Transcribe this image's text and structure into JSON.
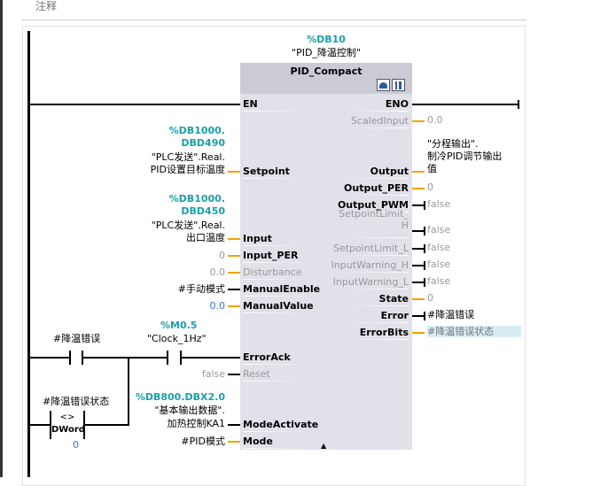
{
  "comment_label": "注释",
  "block": {
    "instance_address": "%DB10",
    "instance_name": "\"PID_降温控制\"",
    "type": "PID_Compact",
    "icons": [
      "commissioning-icon",
      "configuration-icon"
    ],
    "expand_icon": "▲"
  },
  "colors": {
    "value_wire": "#f5a000",
    "bool_wire": "#000000",
    "operand_address": "#1a9fa8",
    "constant_blue": "#3a6ee0"
  },
  "inputs": [
    {
      "pin": "EN",
      "wire": "bool",
      "muted": false,
      "operand": []
    },
    {
      "pin": "Setpoint",
      "wire": "value",
      "muted": false,
      "operand": [
        "%DB1000.",
        "DBD490",
        "\"PLC发送\".Real.",
        "PID设置目标温度"
      ],
      "address_lines": 2
    },
    {
      "pin": "Input",
      "wire": "value",
      "muted": false,
      "operand": [
        "%DB1000.",
        "DBD450",
        "\"PLC发送\".Real.",
        "出口温度"
      ],
      "address_lines": 2
    },
    {
      "pin": "Input_PER",
      "wire": "value",
      "muted": false,
      "operand": [
        "0"
      ],
      "operand_style": "muted"
    },
    {
      "pin": "Disturbance",
      "wire": "value",
      "muted": true,
      "operand": [
        "0.0"
      ],
      "operand_style": "muted"
    },
    {
      "pin": "ManualEnable",
      "wire": "bool",
      "muted": false,
      "operand": [
        "#手动模式"
      ]
    },
    {
      "pin": "ManualValue",
      "wire": "value",
      "muted": false,
      "operand": [
        "0.0"
      ],
      "operand_style": "blue"
    },
    {
      "pin": "ErrorAck",
      "wire": "bool",
      "muted": false,
      "operand": []
    },
    {
      "pin": "Reset",
      "wire": "bool",
      "muted": true,
      "operand": [
        "false"
      ],
      "operand_style": "muted"
    },
    {
      "pin": "ModeActivate",
      "wire": "bool",
      "muted": false,
      "operand": [
        "%DB800.DBX2.0",
        "\"基本输出数据\".",
        "加热控制KA1"
      ],
      "address_lines": 1
    },
    {
      "pin": "Mode",
      "wire": "value",
      "muted": false,
      "operand": [
        "#PID模式"
      ]
    }
  ],
  "outputs": [
    {
      "pin": "ENO",
      "wire": "bool",
      "muted": false,
      "bold": true,
      "operand": []
    },
    {
      "pin": "ScaledInput",
      "wire": "value",
      "muted": true,
      "operand": [
        "0.0"
      ],
      "operand_style": "muted"
    },
    {
      "pin": "Output",
      "wire": "value",
      "muted": false,
      "bold": true,
      "operand": [
        "\"分程输出\".",
        "制冷PID调节输出",
        "值"
      ]
    },
    {
      "pin": "Output_PER",
      "wire": "value",
      "muted": false,
      "bold": true,
      "operand": [
        "0"
      ],
      "operand_style": "muted"
    },
    {
      "pin": "Output_PWM",
      "wire": "bool",
      "muted": false,
      "bold": true,
      "operand": [
        "false"
      ],
      "operand_style": "muted"
    },
    {
      "pin": "SetpointLimit_H",
      "pin_lines": [
        "SetpointLimit_",
        "H"
      ],
      "wire": "bool",
      "muted": true,
      "operand": [
        "false"
      ],
      "operand_style": "muted"
    },
    {
      "pin": "SetpointLimit_L",
      "wire": "bool",
      "muted": true,
      "operand": [
        "false"
      ],
      "operand_style": "muted"
    },
    {
      "pin": "InputWarning_H",
      "wire": "bool",
      "muted": true,
      "operand": [
        "false"
      ],
      "operand_style": "muted"
    },
    {
      "pin": "InputWarning_L",
      "wire": "bool",
      "muted": true,
      "operand": [
        "false"
      ],
      "operand_style": "muted"
    },
    {
      "pin": "State",
      "wire": "value",
      "muted": false,
      "operand": [
        "0"
      ],
      "operand_style": "muted"
    },
    {
      "pin": "Error",
      "wire": "bool",
      "muted": false,
      "operand": [
        "#降温错误"
      ]
    },
    {
      "pin": "ErrorBits",
      "wire": "value",
      "muted": false,
      "operand": [
        "#降温错误状态"
      ],
      "operand_style": "highlight"
    }
  ],
  "contacts": {
    "error_contact": {
      "operand": "#降温错误"
    },
    "clock_contact": {
      "address": "%M0.5",
      "operand": "\"Clock_1Hz\""
    },
    "compare": {
      "operand": "#降温错误状态",
      "operator": "<>",
      "type": "DWord",
      "value": "0"
    }
  }
}
